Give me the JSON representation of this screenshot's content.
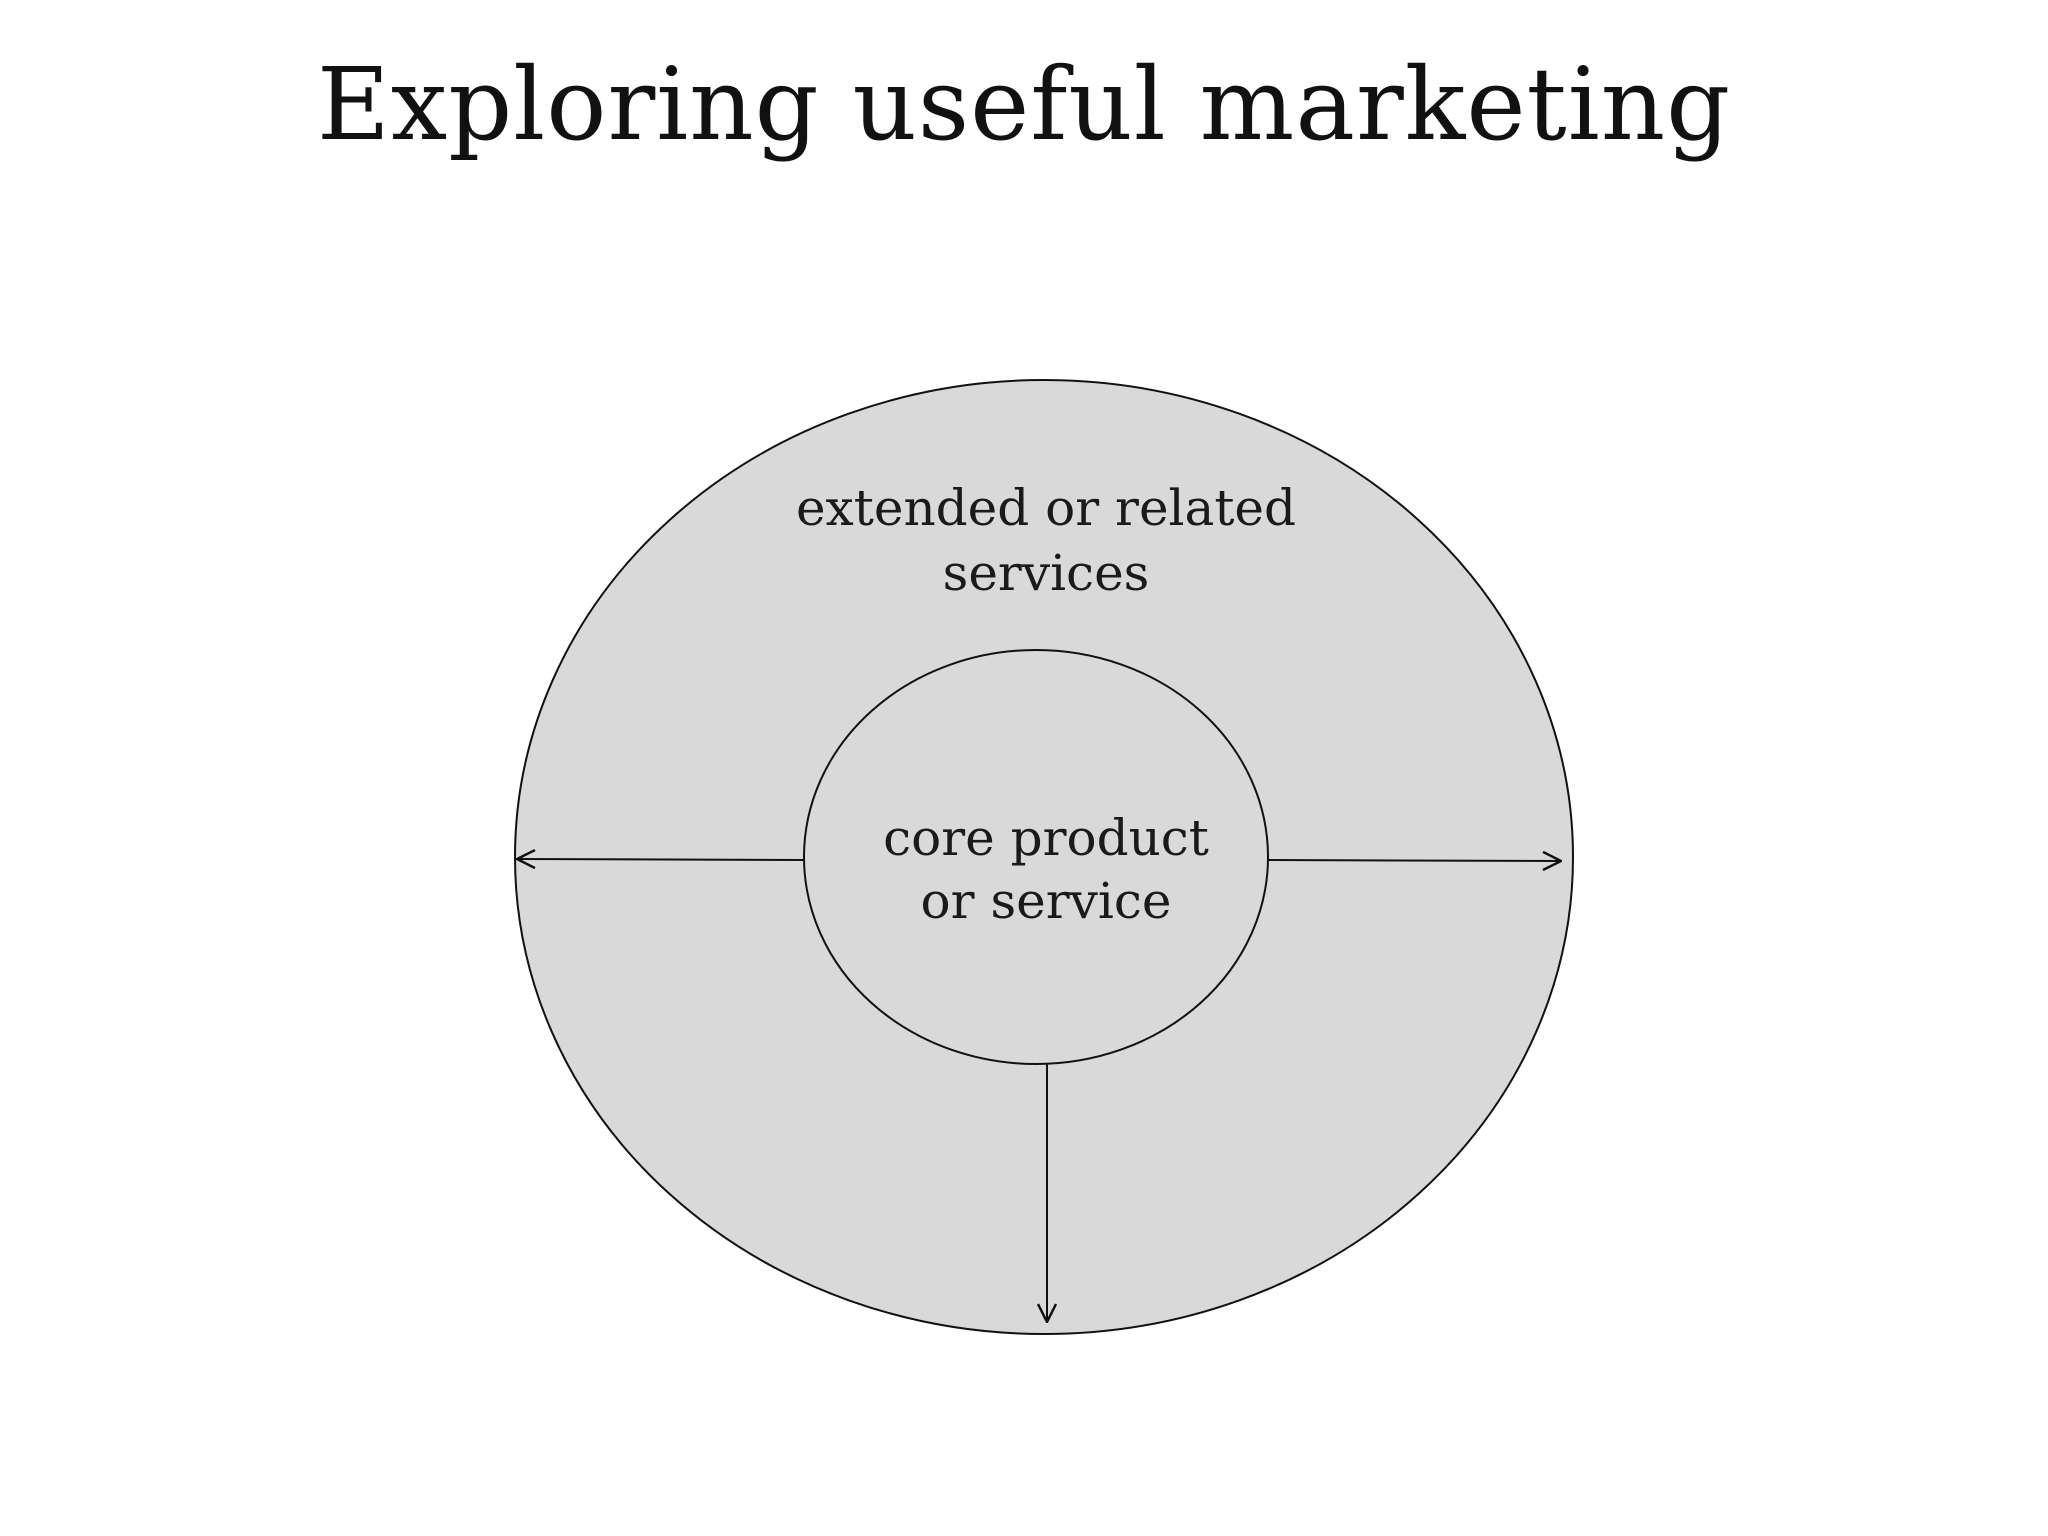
{
  "title": "Exploring useful marketing",
  "diagram": {
    "outer_label_line1": "extended or related",
    "outer_label_line2": "services",
    "inner_label_line1": "core product",
    "inner_label_line2": "or service"
  },
  "colors": {
    "background": "#ffffff",
    "circle_fill": "#d9d9d9",
    "stroke": "#111111",
    "text": "#111111"
  }
}
